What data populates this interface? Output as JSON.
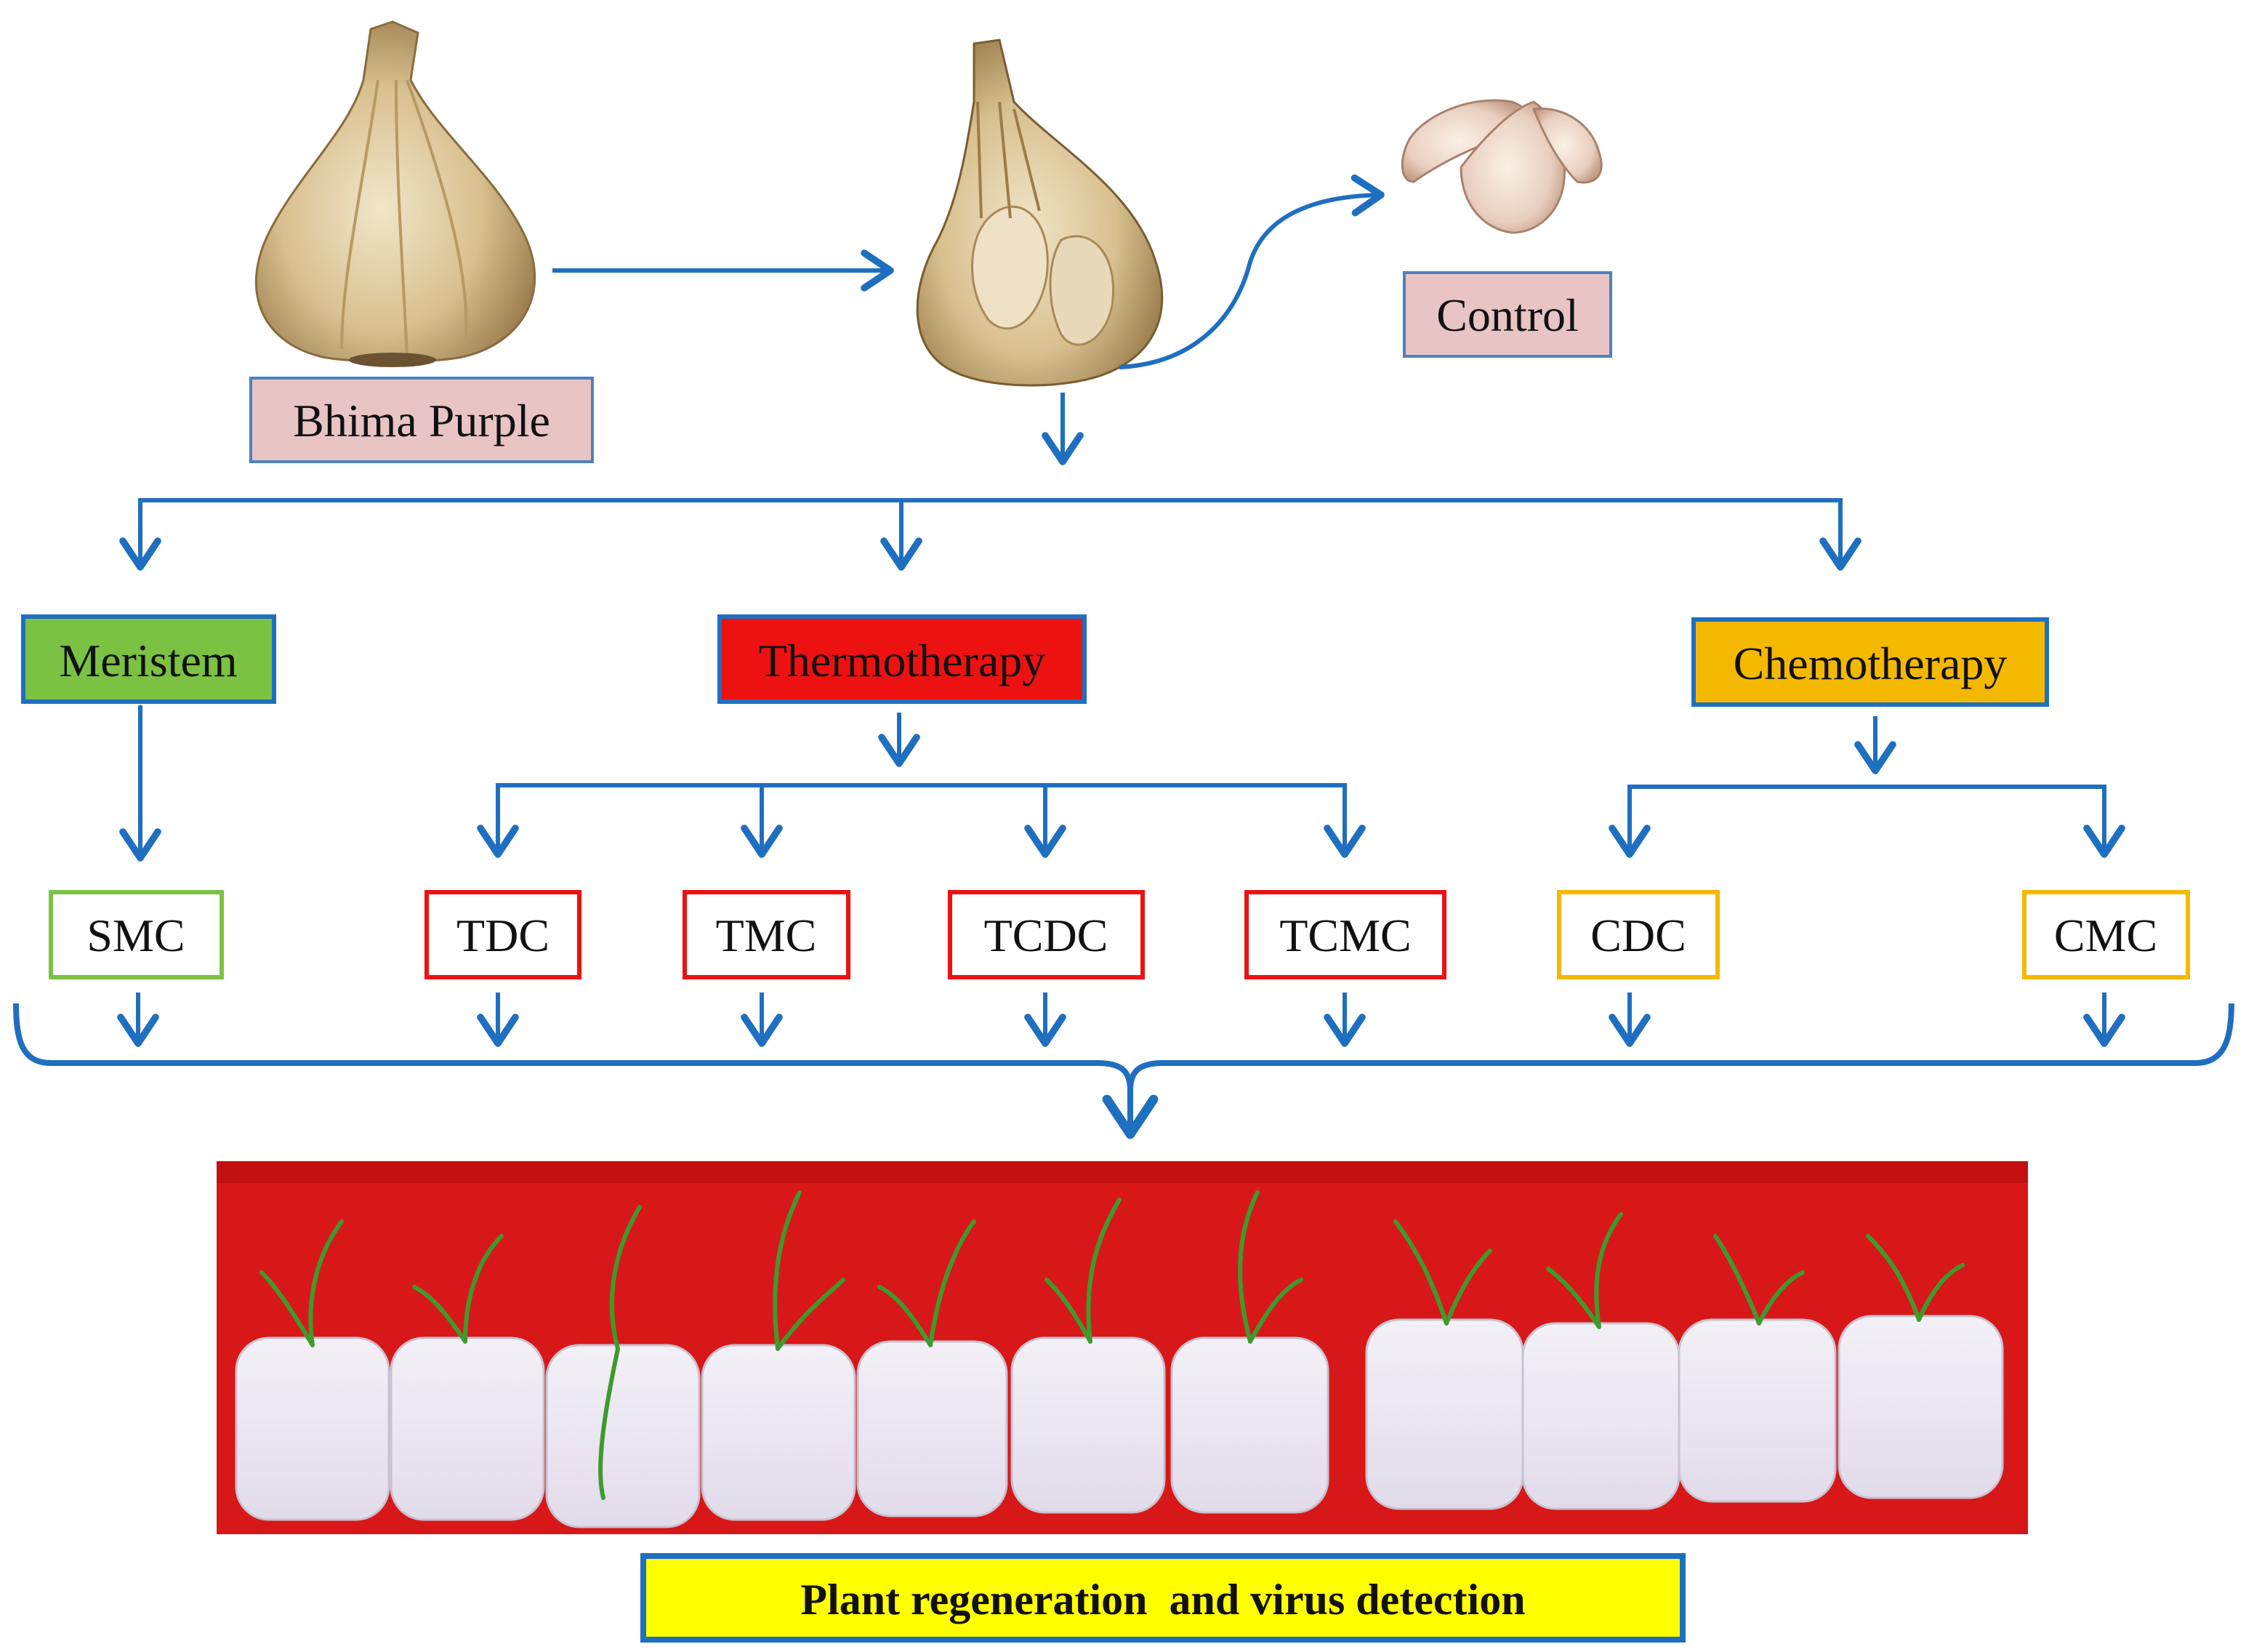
{
  "colors": {
    "arrow": "#1f6fc0",
    "meristem_fill": "#7cc242",
    "thermotherapy_fill": "#ee1111",
    "chemotherapy_fill": "#f5b800",
    "source_fill": "#e8c4c4",
    "final_fill": "#ffff00",
    "final_border": "#1f6fc0",
    "photo_background": "#d81818"
  },
  "source": {
    "label": "Bhima Purple"
  },
  "control": {
    "label": "Control"
  },
  "methods": {
    "meristem": {
      "label": "Meristem"
    },
    "thermotherapy": {
      "label": "Thermotherapy"
    },
    "chemotherapy": {
      "label": "Chemotherapy"
    }
  },
  "treatments": {
    "smc": "SMC",
    "tdc": "TDC",
    "tmc": "TMC",
    "tcdc": "TCDC",
    "tcmc": "TCMC",
    "cdc": "CDC",
    "cmc": "CMC"
  },
  "outcome": {
    "label": "Plant regeneration  and virus detection"
  },
  "icons": [
    "garlic-bulb-icon",
    "garlic-bulb-opened-icon",
    "garlic-cloves-icon",
    "test-tubes-photo"
  ]
}
